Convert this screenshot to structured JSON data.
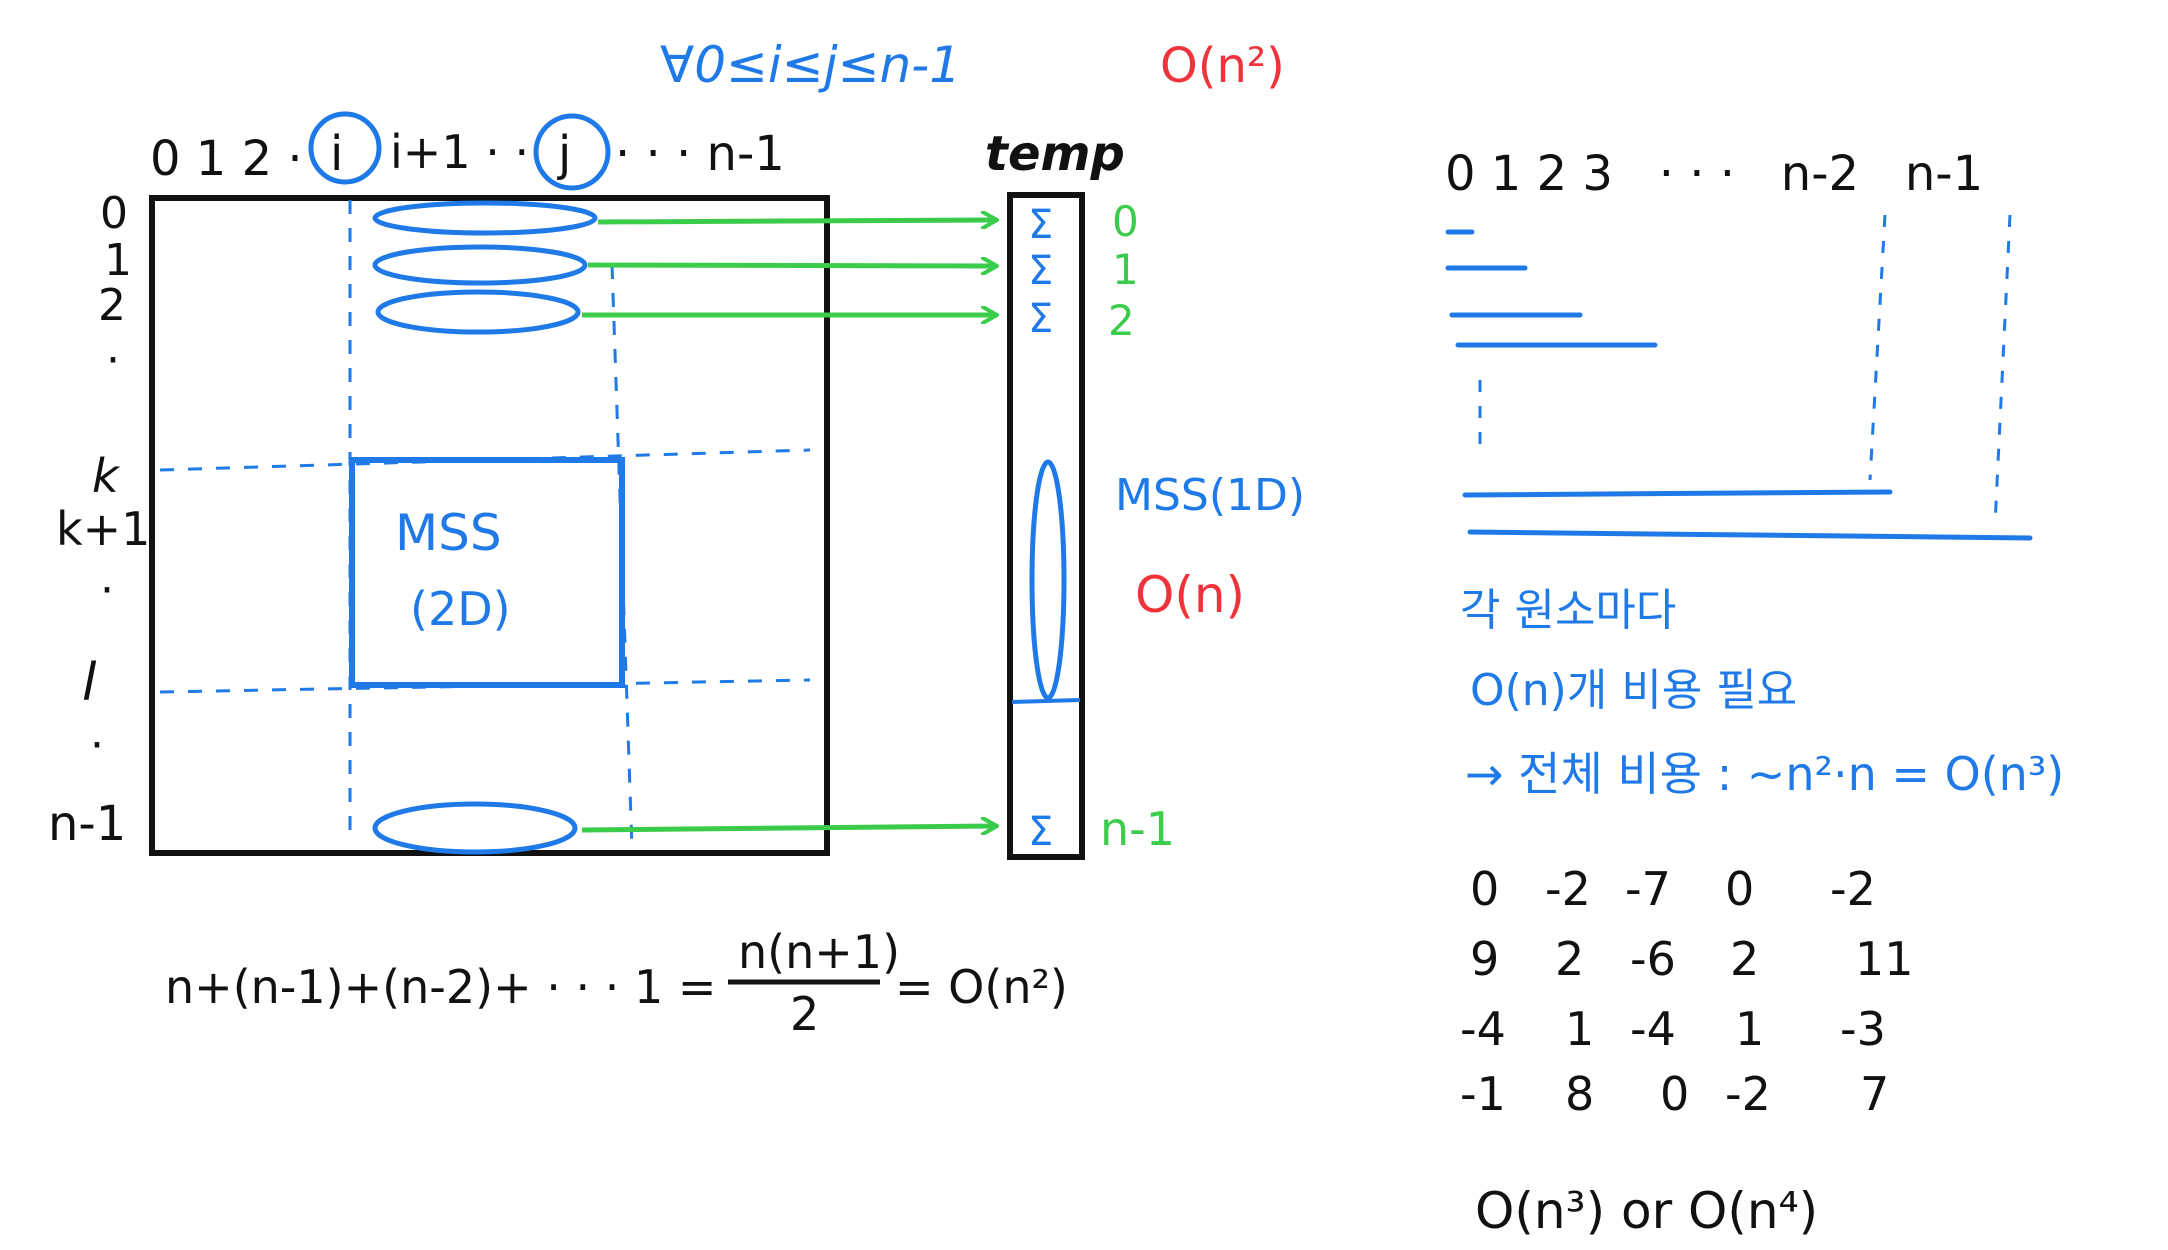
{
  "colors": {
    "ink": "#111111",
    "blue": "#1f7ae8",
    "red": "#f0323a",
    "green": "#3ccc4c"
  },
  "top": {
    "forall_label": "∀0≤i≤j≤n-1",
    "complexity_label": "O(n²)"
  },
  "matrix": {
    "col_labels": {
      "start": "0 1 2 ·",
      "i": "i",
      "i_next": "i+1 · ·",
      "j": "j",
      "end": "· · · n-1"
    },
    "row_labels": {
      "r0": "0",
      "r1": "1",
      "r2": "2",
      "dots1": "·",
      "k": "k",
      "k1": "k+1",
      "dots2": "·",
      "l": "l",
      "dots3": "·",
      "n1": "n-1"
    },
    "mss_label": "MSS",
    "mss_dim": "(2D)"
  },
  "temp": {
    "title": "temp",
    "sigma": "Σ",
    "indices": [
      "0",
      "1",
      "2",
      "n-1"
    ],
    "mss1d": "MSS(1D)",
    "complexity": "O(n)"
  },
  "formula": {
    "lhs": "n+(n-1)+(n-2)+ · · · 1 =",
    "numerator": "n(n+1)",
    "denominator": "2",
    "rhs": "= O(n²)"
  },
  "right": {
    "col_labels": "0 1 2 3   · · ·   n-2   n-1",
    "note1": "각 원소마다",
    "note2": "O(n)개 비용 필요",
    "note3": "→ 전체 비용 : ~n²·n = O(n³)",
    "grid_rows": [
      [
        "0",
        "-2",
        "-7",
        "0",
        "-2"
      ],
      [
        "9",
        "2",
        "-6",
        "2",
        "11"
      ],
      [
        "-4",
        "1",
        "-4",
        "1",
        "-3"
      ],
      [
        "-1",
        "8",
        "0",
        "-2",
        "7"
      ]
    ],
    "bottom": "O(n³) or O(n⁴)"
  }
}
